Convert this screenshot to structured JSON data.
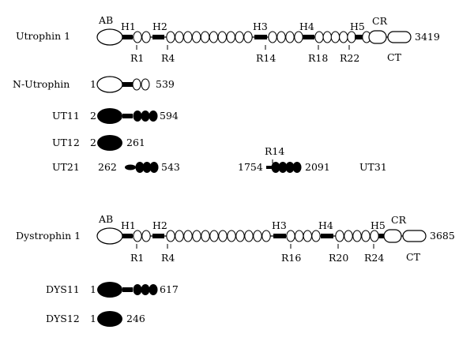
{
  "utrophin": {
    "name": "Utrophin 1",
    "end": "3419",
    "domains": [
      "AB",
      "H1",
      "H2",
      "H3",
      "H4",
      "H5",
      "CR"
    ],
    "ct": "CT",
    "repeats": [
      "R1",
      "R4",
      "R14",
      "R18",
      "R22"
    ]
  },
  "n_utrophin": {
    "name": "N-Utrophin",
    "start": "1",
    "end": "539"
  },
  "ut11": {
    "name": "UT11",
    "start": "2",
    "end": "594"
  },
  "ut12": {
    "name": "UT12",
    "start": "2",
    "end": "261"
  },
  "ut21": {
    "name": "UT21",
    "start": "262",
    "end": "543"
  },
  "ut31": {
    "name": "UT31",
    "repeat": "R14",
    "start": "1754",
    "end": "2091"
  },
  "dystrophin": {
    "name": "Dystrophin 1",
    "end": "3685",
    "domains": [
      "AB",
      "H1",
      "H2",
      "H3",
      "H4",
      "H5",
      "CR"
    ],
    "ct": "CT",
    "repeats": [
      "R1",
      "R4",
      "R16",
      "R20",
      "R24"
    ]
  },
  "dys11": {
    "name": "DYS11",
    "start": "1",
    "end": "617"
  },
  "dys12": {
    "name": "DYS12",
    "start": "1",
    "end": "246"
  }
}
